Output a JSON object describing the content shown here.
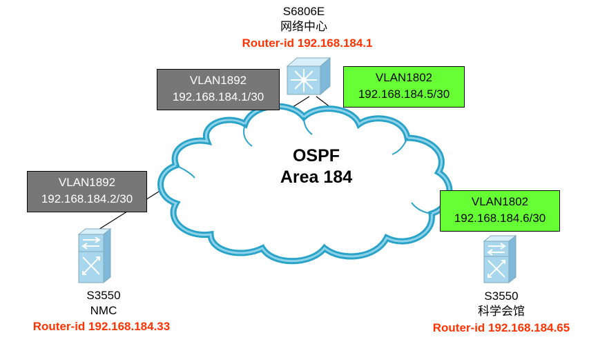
{
  "colors": {
    "router_id": "#ff3300",
    "vlan_gray_bg": "#777777",
    "vlan_green_bg": "#66ff33",
    "cloud_stroke": "#2aa3c8",
    "device_face": "#a8d6ec"
  },
  "area": {
    "protocol": "OSPF",
    "area": "Area 184"
  },
  "devices": {
    "core": {
      "model": "S6806E",
      "location": "网络中心",
      "router_id": "Router-id 192.168.184.1",
      "icon": "layer3-switch-icon"
    },
    "left": {
      "model": "S3550",
      "location": "NMC",
      "router_id": "Router-id 192.168.184.33",
      "icon": "workgroup-switch-icon"
    },
    "right": {
      "model": "S3550",
      "location": "科学会馆",
      "router_id": "Router-id 192.168.184.65",
      "icon": "workgroup-switch-icon"
    }
  },
  "vlans": {
    "core_left": {
      "name": "VLAN1892",
      "ip": "192.168.184.1/30"
    },
    "left_core": {
      "name": "VLAN1892",
      "ip": "192.168.184.2/30"
    },
    "core_right": {
      "name": "VLAN1802",
      "ip": "192.168.184.5/30"
    },
    "right_core": {
      "name": "VLAN1802",
      "ip": "192.168.184.6/30"
    }
  }
}
